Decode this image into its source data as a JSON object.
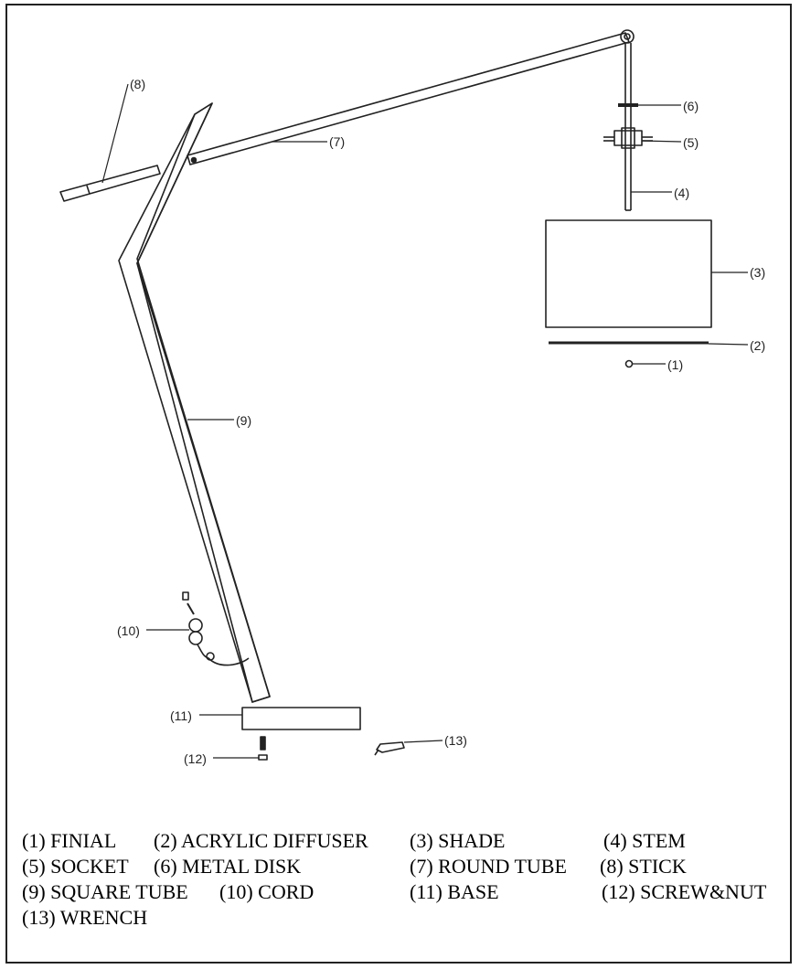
{
  "callouts": {
    "c1": "(1)",
    "c2": "(2)",
    "c3": "(3)",
    "c4": "(4)",
    "c5": "(5)",
    "c6": "(6)",
    "c7": "(7)",
    "c8": "(8)",
    "c9": "(9)",
    "c10": "(10)",
    "c11": "(11)",
    "c12": "(12)",
    "c13": "(13)"
  },
  "legend": [
    "(1) FINIAL",
    "(2) ACRYLIC DIFFUSER",
    "(3) SHADE",
    "(4) STEM",
    "(5) SOCKET",
    "(6) METAL DISK",
    "(7) ROUND TUBE",
    "(8) STICK",
    "(9) SQUARE TUBE",
    "(10) CORD",
    "(11) BASE",
    "(12) SCREW&NUT",
    "(13) WRENCH"
  ]
}
